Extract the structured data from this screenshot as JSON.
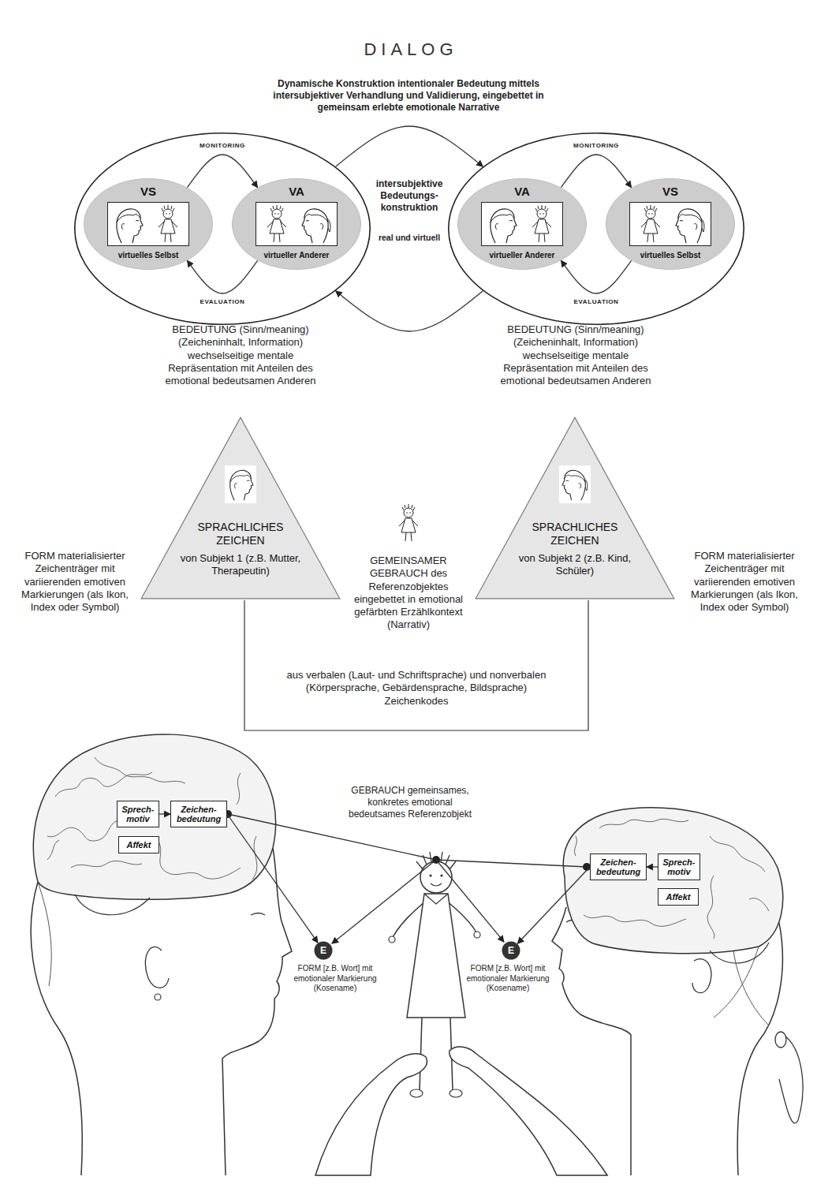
{
  "diagram": {
    "title": "DIALOG",
    "nodes": [
      {
        "text": []
      },
      {
        "text": [
          "VS",
          "virtuelles Selbst"
        ],
        "in": 0
      },
      {
        "text": [
          "VA",
          "virtueller Anderer"
        ],
        "in": 0
      },
      {
        "text": []
      },
      {
        "text": [
          "VA",
          "virtueller Anderer"
        ],
        "in": 3
      },
      {
        "text": [
          "VS",
          "virtuelles Selbst"
        ],
        "in": 3
      },
      {
        "text": [
          "SPRACHLICHES ZEICHEN",
          "von Subjekt 1 (z.B. Mutter, Therapeutin)"
        ]
      },
      {
        "text": [
          "SPRACHLICHES ZEICHEN",
          "von Subjekt 2 (z.B. Kind, Schüler)"
        ]
      },
      {
        "text": [
          "Sprech-motiv"
        ]
      },
      {
        "text": [
          "Zeichen-bedeutung"
        ]
      },
      {
        "text": [
          "Affekt"
        ]
      },
      {
        "text": [
          "Zeichen-bedeutung"
        ]
      },
      {
        "text": [
          "Sprech-motiv"
        ]
      },
      {
        "text": [
          "Affekt"
        ]
      },
      {
        "text": [
          "E"
        ]
      },
      {
        "text": [
          "E"
        ]
      }
    ],
    "edges": [
      {
        "from": 1,
        "to": 2,
        "label": "MONITORING",
        "arrow": "to"
      },
      {
        "from": 2,
        "to": 1,
        "label": "EVALUATION",
        "arrow": "to"
      },
      {
        "from": 4,
        "to": 5,
        "label": "MONITORING",
        "arrow": "to"
      },
      {
        "from": 5,
        "to": 4,
        "label": "EVALUATION",
        "arrow": "to"
      },
      {
        "from": 0,
        "to": 3,
        "arrow": "to"
      },
      {
        "from": 3,
        "to": 0,
        "arrow": "to"
      },
      {
        "from": 8,
        "to": 9,
        "arrow": "to"
      },
      {
        "from": 12,
        "to": 11,
        "arrow": "to"
      },
      {
        "from": 9,
        "to": 14,
        "arrow": "to"
      },
      {
        "from": 11,
        "to": 15,
        "arrow": "to"
      }
    ],
    "labels": [
      "Dynamische Konstruktion intentionaler Bedeutung mittels intersubjektiver Verhandlung und Validierung, eingebettet in gemeinsam erlebte emotionale Narrative",
      "intersubjektive Bedeutungs-konstruktion",
      "real und virtuell",
      "BEDEUTUNG (Sinn/meaning) (Zeicheninhalt, Information) wechselseitige mentale Repräsentation mit Anteilen des emotional bedeutsamen Anderen",
      "BEDEUTUNG (Sinn/meaning) (Zeicheninhalt, Information) wechselseitige mentale Repräsentation mit Anteilen des emotional bedeutsamen Anderen",
      "FORM materialisierter Zeichenträger mit variierenden emotiven Markierungen (als Ikon, Index oder Symbol)",
      "GEMEINSAMER GEBRAUCH des Referenzobjektes eingebettet in emotional gefärbten Erzählkontext (Narrativ)",
      "FORM materialisierter Zeichenträger mit variierenden emotiven Markierungen (als Ikon, Index oder Symbol)",
      "aus verbalen (Laut- und Schriftsprache) und nonverbalen (Körpersprache, Gebärdensprache, Bildsprache) Zeichenkodes",
      "GEBRAUCH gemeinsames, konkretes emotional bedeutsames Referenzobjekt",
      "FORM [z.B. Wort] mit emotionaler Markierung (Kosename)",
      "FORM [z.B. Wort] mit emotionaler Markierung (Kosename)"
    ]
  }
}
